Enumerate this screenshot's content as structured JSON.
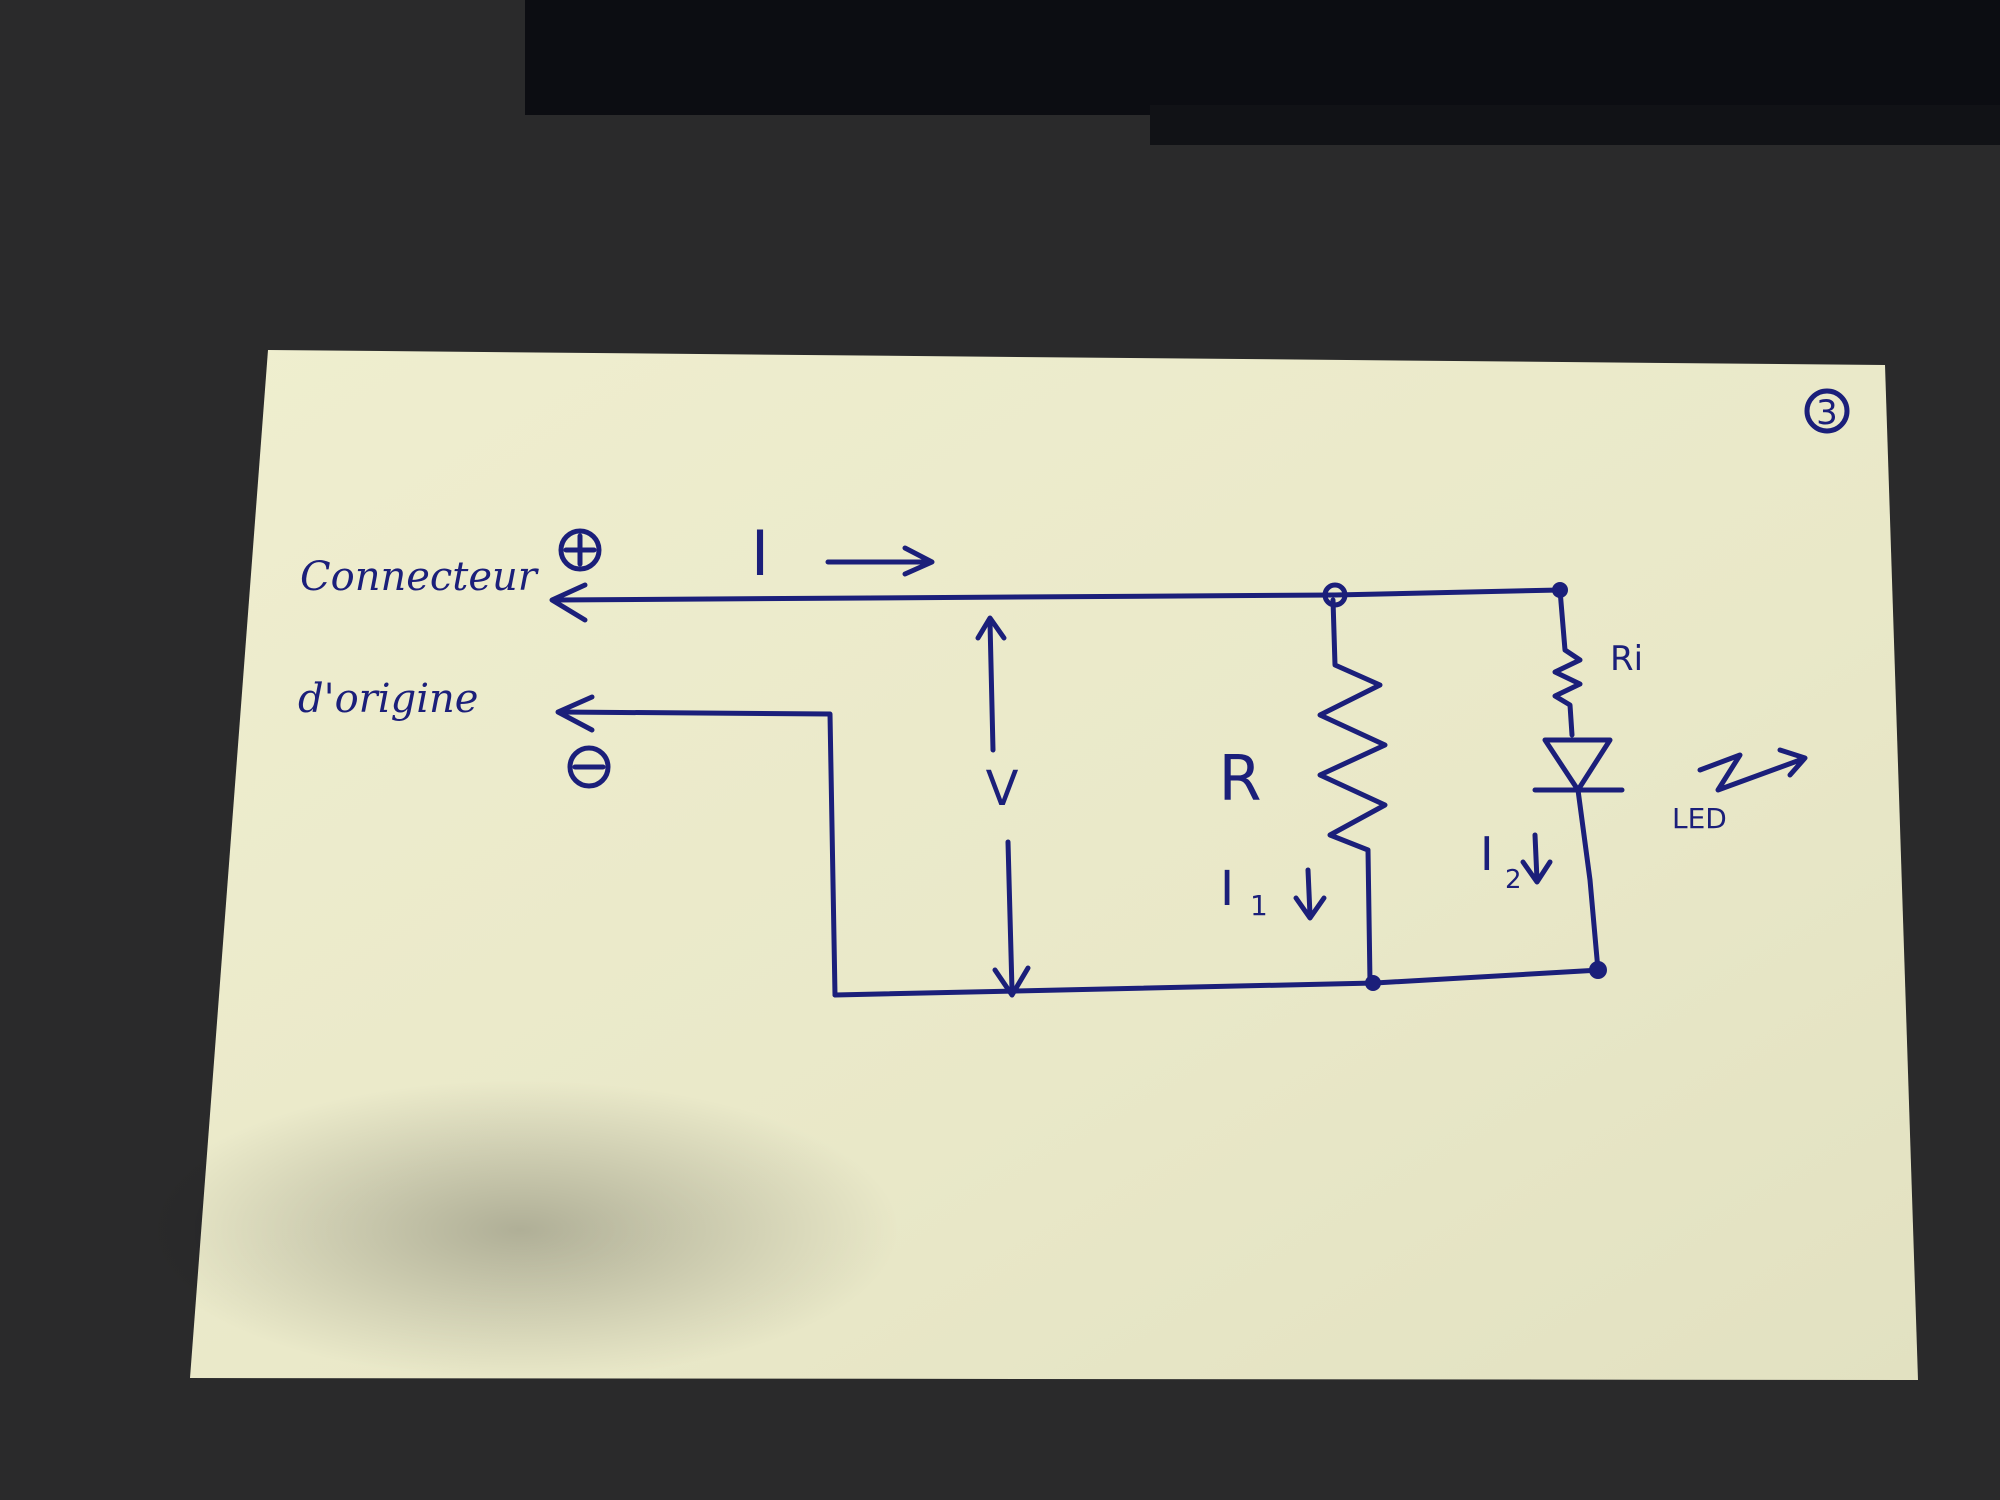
{
  "labels": {
    "page_number": "3",
    "connector_line1": "Connecteur",
    "connector_line2": "d'origine",
    "plus_sign": "+",
    "minus_sign": "−",
    "current_total": "I",
    "voltage": "V",
    "resistor": "R",
    "current_r": "I",
    "current_r_sub": "1",
    "current_led": "I",
    "current_led_sub": "2",
    "internal_resistance": "Ri",
    "led": "LED"
  },
  "colors": {
    "ink": "#1b1f7a",
    "paper": "#ecebcb",
    "background": "#2a2a2b"
  }
}
